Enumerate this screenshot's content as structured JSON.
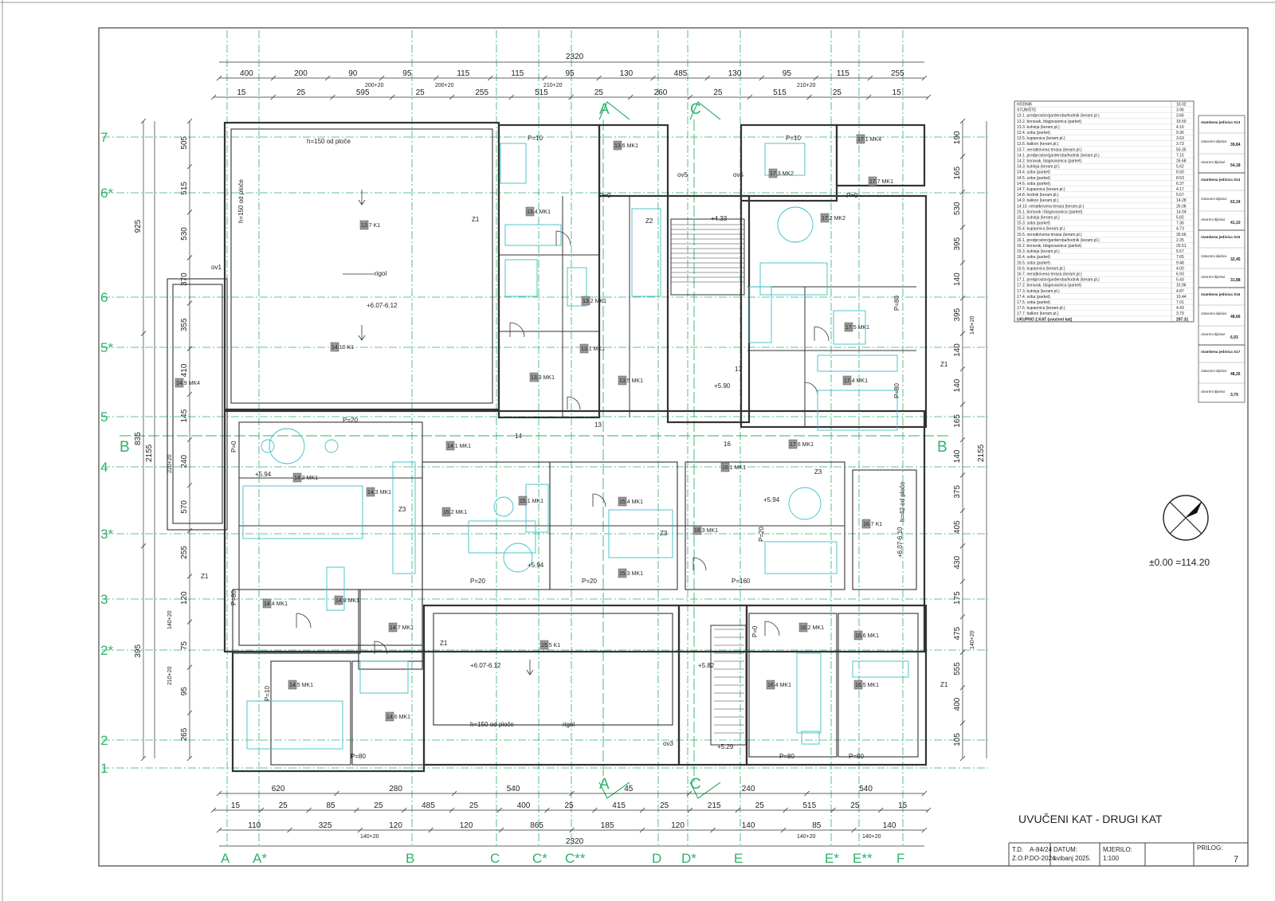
{
  "title_block": {
    "title": "UVUČENI KAT - DRUGI KAT",
    "td_label": "T.D.",
    "td_value": "A-84/24",
    "zop_label": "Z.O.P.",
    "zop_value": "DO-2024",
    "datum_label": "DATUM:",
    "datum_value": "svibanj 2025.",
    "mjerilo_label": "MJERILO:",
    "mjerilo_value": "1:100",
    "prilog_label": "PRILOG:",
    "prilog_value": "7"
  },
  "elevation": "±0.00 =114.20",
  "section_markers": {
    "a": "A",
    "b": "B",
    "c": "C"
  },
  "axes_vertical": [
    "A",
    "A*",
    "B",
    "C",
    "C*",
    "C**",
    "D",
    "D*",
    "E",
    "E*",
    "E**",
    "F"
  ],
  "axes_horizontal": [
    "7",
    "6*",
    "6",
    "5*",
    "5",
    "4",
    "3*",
    "3",
    "2*",
    "2",
    "1"
  ],
  "top_dims": {
    "overall": "2320",
    "row1": [
      "400",
      "200",
      "90",
      "95",
      "115",
      "115",
      "95",
      "130",
      "485",
      "130",
      "95",
      "115",
      "255"
    ],
    "row1_sub": [
      "200+20",
      "200+20",
      "210+20",
      "210+20"
    ],
    "row2": [
      "15",
      "25",
      "595",
      "25",
      "255",
      "515",
      "25",
      "260",
      "25",
      "515",
      "25",
      "15"
    ]
  },
  "bottom_dims": {
    "overall": "2320",
    "row1": [
      "620",
      "280",
      "540",
      "45",
      "240",
      "540"
    ],
    "row2": [
      "15",
      "25",
      "85",
      "25",
      "485",
      "25",
      "400",
      "25",
      "415",
      "25",
      "215",
      "25",
      "515",
      "25",
      "15"
    ],
    "row3": [
      "110",
      "325",
      "120",
      "120",
      "865",
      "185",
      "120",
      "140",
      "85",
      "140"
    ],
    "row3_sub": [
      "140+20",
      "140+20",
      "140+20"
    ]
  },
  "left_dims": {
    "overall": "2155",
    "col_a": [
      "925",
      "835",
      "395"
    ],
    "col_b": [
      "505",
      "515",
      "530",
      "370",
      "355",
      "410",
      "145",
      "240",
      "570",
      "255",
      "120",
      "75",
      "95",
      "265"
    ],
    "col_b_sub": [
      "220+20",
      "140+20",
      "210+20"
    ]
  },
  "right_dims": {
    "overall": "2155",
    "col_a": [
      "190",
      "165",
      "530",
      "395",
      "140",
      "395",
      "140",
      "140",
      "165",
      "140",
      "375",
      "405",
      "430",
      "175",
      "475",
      "555",
      "400",
      "105"
    ],
    "col_a_sub": [
      "140+20",
      "140+20"
    ]
  },
  "plan_labels": {
    "h150": "h=150 od ploče",
    "h150_vert": "h=150 od ploče",
    "h42": "h=42 od ploče",
    "rigol": "rigol",
    "level_top": "+6.07-6.12",
    "level_bottom": "+6.07-6.12",
    "level_mid": "+5.94",
    "level_stair": "+4.33",
    "level_590": "+5.90",
    "level_582": "+5.82",
    "level_529": "+5.29",
    "level_607": "+6.07-6.10",
    "ov1": "ov1",
    "ov3": "ov3",
    "ov5": "ov5",
    "z1": "Z1",
    "z2": "Z2",
    "z3": "Z3",
    "p0": "P=0",
    "p10": "P=10",
    "p20": "P=20",
    "p80": "P=80",
    "p160": "P=160",
    "num13": "13",
    "num14": "14",
    "num16": "16",
    "num17": "17"
  },
  "room_tags": [
    "13.7 K1",
    "14.10 K1",
    "14.9 MK4",
    "13.4 MK1",
    "13.6 MK1",
    "13.2 MK1",
    "13.1 MK1",
    "13.3 MK1",
    "13.5 MK1",
    "17.1 MK4",
    "17.3 MK2",
    "17.2 MK2",
    "17.5 MK1",
    "17.4 MK1",
    "17.6 MK1",
    "17.7 MK1",
    "14.1 MK1",
    "14.2 MK1",
    "14.3 MK1",
    "14.5 MK1",
    "14.6 MK1",
    "14.7 MK1",
    "14.8 MK1",
    "14.4 MK1",
    "15.1 MK1",
    "15.2 MK1",
    "15.3 MK1",
    "15.4 MK1",
    "15.5 K1",
    "16.1 MK1",
    "16.2 MK1",
    "16.3 MK1",
    "16.4 MK1",
    "16.5 MK1",
    "16.6 MK1",
    "16.7 K1"
  ],
  "room_table": {
    "rows": [
      [
        "HODNIK",
        "16.02"
      ],
      [
        "STUBIŠTE",
        "3.96"
      ],
      [
        "13.1. predprostor/garderoba/hodnik (keram.pl.)",
        "3.66"
      ],
      [
        "13.2. boravak, blagovaonica (parket)",
        "19.50"
      ],
      [
        "13.3. kuhinja (keram.pl.)",
        "4.16"
      ],
      [
        "13.4. soba (parket)",
        "9.36"
      ],
      [
        "13.5. kupaonica (keram.pl.)",
        "3.63"
      ],
      [
        "13.6. balkon (keram.pl.)",
        "3.73"
      ],
      [
        "13.7. nenatkrivena terasa (keram.pl.)",
        "50.35"
      ],
      [
        "14.1. predprostor/garderoba/hodnik (keram.pl.)",
        "7.15"
      ],
      [
        "14.2. boravak, blagovaonica (parket)",
        "26.68"
      ],
      [
        "14.3. kuhinja (keram.pl.)",
        "5.62"
      ],
      [
        "14.4. soba (parket)",
        "6.50"
      ],
      [
        "14.5. soba (parket)",
        "8.53"
      ],
      [
        "14.6. soba (parket)",
        "6.37"
      ],
      [
        "14.7. kupaonica (keram.pl.)",
        "4.17"
      ],
      [
        "14.8. hodnik (keram.pl.)",
        "5.67"
      ],
      [
        "14.9. balkon (keram.pl.)",
        "14.28"
      ],
      [
        "14.10. nenatkrivena terasa (keram.pl.)",
        "26.06"
      ],
      [
        "15.1. boravak i blagovaonica (parket)",
        "14.04"
      ],
      [
        "15.2. kuhinja (keram.pl.)",
        "5.82"
      ],
      [
        "15.3. soba (parket)",
        "7.36"
      ],
      [
        "15.4. kupaonica (keram.pl.)",
        "4.73"
      ],
      [
        "15.5. nenatkrivena terasa (keram.pl.)",
        "35.66"
      ],
      [
        "16.1. predprostor/garderoba/hodnik (keram.pl.)",
        "2.35"
      ],
      [
        "16.2. boravak, blagovaonica (parket)",
        "20.51"
      ],
      [
        "16.3. kuhinja (keram.pl.)",
        "5.67"
      ],
      [
        "16.4. soba (parket)",
        "7.65"
      ],
      [
        "16.5. soba (parket)",
        "9.48"
      ],
      [
        "16.6. kupaonica (keram.pl.)",
        "4.00"
      ],
      [
        "16.7. nenatkrivena terasa (keram.pl.)",
        "6.93"
      ],
      [
        "17.1. predprostor/garderoba/hodnik (keram.pl.)",
        "5.43"
      ],
      [
        "17.2. boravak, blagovaonica (parket)",
        "15.96"
      ],
      [
        "17.3. kuhinja (keram.pl.)",
        "4.87"
      ],
      [
        "17.4. soba (parket)",
        "10.44"
      ],
      [
        "17.5. soba (parket)",
        "7.01"
      ],
      [
        "17.6. kupaonica (keram.pl.)",
        "4.43"
      ],
      [
        "17.7. balkon (keram.pl.)",
        "3.79"
      ]
    ],
    "total_label": "UKUPNO 2.KAT (uvučeni kat)",
    "total_value": "297.31"
  },
  "unit_table": [
    {
      "name": "stambena jedinica S13",
      "closed_label": "zatvoreni dijelovi",
      "closed": "39,84",
      "open_label": "otvoreni dijelovi",
      "open": "54,18"
    },
    {
      "name": "stambena jedinica S14",
      "closed_label": "zatvoreni dijelovi",
      "closed": "63,34",
      "open_label": "otvoreni dijelovi",
      "open": "41,10"
    },
    {
      "name": "stambena jedinica S15",
      "closed_label": "zatvoreni dijelovi",
      "closed": "32,45",
      "open_label": "otvoreni dijelovi",
      "open": "31,88"
    },
    {
      "name": "stambena jedinica S16",
      "closed_label": "zatvoreni dijelovi",
      "closed": "48,66",
      "open_label": "otvoreni dijelovi",
      "open": "6,93"
    },
    {
      "name": "stambena jedinica S17",
      "closed_label": "zatvoreni dijelovi",
      "closed": "48,26",
      "open_label": "otvoreni dijelovi",
      "open": "3,79"
    }
  ],
  "colors": {
    "grid": "#2db36a",
    "furniture": "#3cc0c8",
    "line": "#333333",
    "paper": "#ffffff"
  }
}
